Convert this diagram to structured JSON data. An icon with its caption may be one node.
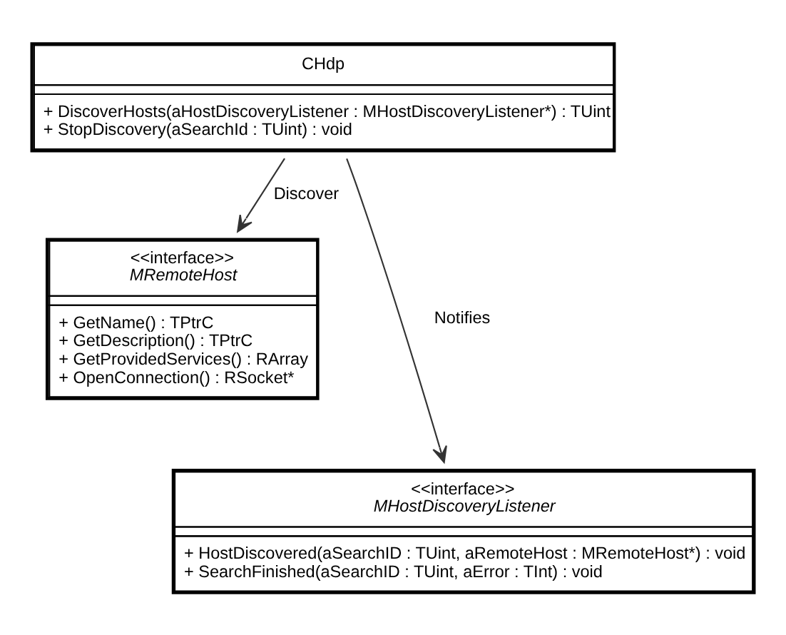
{
  "diagram": {
    "nodes": [
      {
        "text": [
          "CHdp",
          "+ DiscoverHosts(aHostDiscoveryListener : MHostDiscoveryListener*) : TUint",
          "+ StopDiscovery(aSearchId : TUint) : void"
        ]
      },
      {
        "text": [
          "<<interface>>",
          "MRemoteHost",
          "+ GetName() : TPtrC",
          "+ GetDescription() : TPtrC",
          "+ GetProvidedServices() : RArray",
          "+ OpenConnection() : RSocket*"
        ]
      },
      {
        "text": [
          "<<interface>>",
          "MHostDiscoveryListener",
          "+ HostDiscovered(aSearchID : TUint, aRemoteHost : MRemoteHost*) : void",
          "+ SearchFinished(aSearchID : TUint, aError : TInt) : void"
        ]
      }
    ],
    "edges": [
      {
        "from": 0,
        "to": 1,
        "arrow": "to",
        "label": "Discover"
      },
      {
        "from": 0,
        "to": 2,
        "arrow": "to",
        "label": "Notifies"
      }
    ]
  }
}
